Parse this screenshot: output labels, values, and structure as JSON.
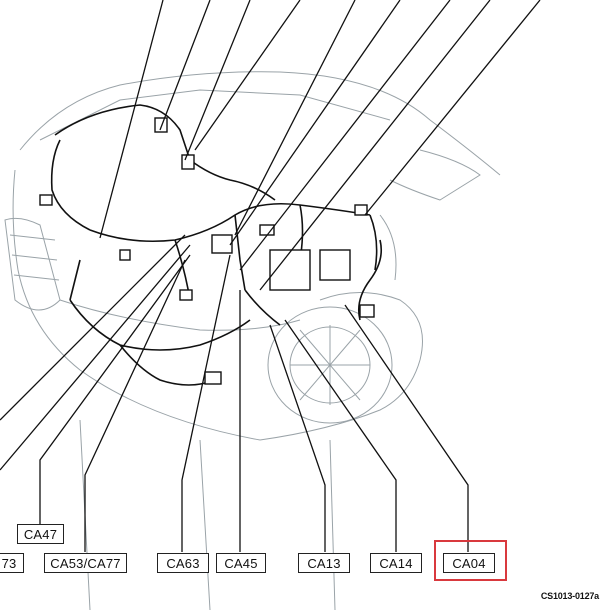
{
  "labels": {
    "ca73": "73",
    "ca47": "CA47",
    "ca53_ca77": "CA53/CA77",
    "ca63": "CA63",
    "ca45": "CA45",
    "ca13": "CA13",
    "ca14": "CA14",
    "ca04": "CA04"
  },
  "reference_code": "CS1013-0127a",
  "colors": {
    "highlight": "#d9393e",
    "body_outline": "#9aa3a8",
    "harness": "#111111",
    "leader": "#111111"
  }
}
